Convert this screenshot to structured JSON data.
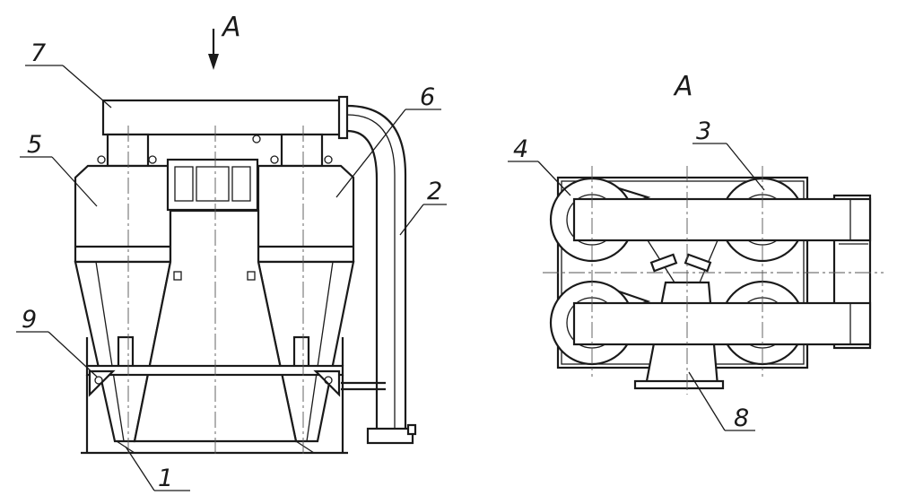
{
  "views": {
    "front": {
      "view_label": "A"
    },
    "top": {
      "view_title": "A"
    }
  },
  "callouts": [
    {
      "id": "1",
      "text": "1"
    },
    {
      "id": "2",
      "text": "2"
    },
    {
      "id": "3",
      "text": "3"
    },
    {
      "id": "4",
      "text": "4"
    },
    {
      "id": "5",
      "text": "5"
    },
    {
      "id": "6",
      "text": "6"
    },
    {
      "id": "7",
      "text": "7"
    },
    {
      "id": "8",
      "text": "8"
    },
    {
      "id": "9",
      "text": "9"
    }
  ],
  "colors": {
    "ink": "#1a1a1a",
    "background": "#ffffff"
  }
}
